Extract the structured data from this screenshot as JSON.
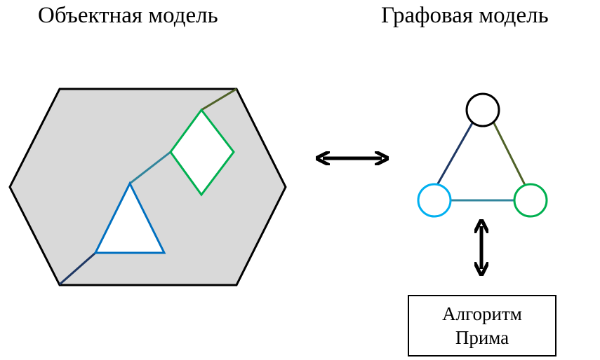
{
  "titles": {
    "left": "Объектная модель",
    "right": "Графовая модель"
  },
  "algorithm_box": {
    "line1": "Алгоритм",
    "line2": "Прима"
  },
  "colors": {
    "polygon_fill": "#d9d9d9",
    "outline": "#000000",
    "edge_dark_blue": "#1f3864",
    "edge_teal": "#31859c",
    "edge_olive": "#4f6228",
    "triangle_blue": "#0070c0",
    "diamond_green": "#00b050",
    "node_cyan": "#00b0f0"
  }
}
